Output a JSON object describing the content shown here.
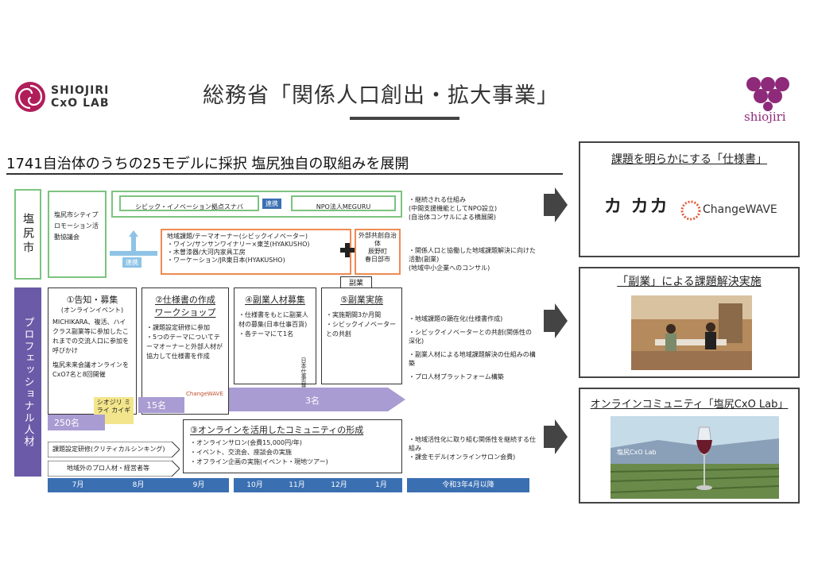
{
  "header": {
    "logo_left_line1": "SHIOJIRI",
    "logo_left_line2": "CxO LAB",
    "title": "総務省「関係人口創出・拡大事業」",
    "logo_right_text": "shiojiri"
  },
  "subtitle": "1741自治体のうちの25モデルに採択 塩尻独自の取組みを展開",
  "rows": {
    "shiojiri_city": "塩尻市",
    "professional_talent": "プロフェッショナル人材"
  },
  "city_side": {
    "promo_council": "塩尻市シティプロモーション活動協議会",
    "renkei_a": "連携",
    "sanaba": "シビック・イノベーション拠点スナバ",
    "renkei_b": "連携",
    "meguru": "NPO法人MEGURU",
    "regional_box": {
      "title": "地域課題/テーマオーナー(シビックイノベーター)",
      "items": [
        "・ワイン/サンサンワイナリー×東芝(HYAKUSHO)",
        "・木曽漆器/大河内家具工房",
        "・ワーケーション/JR東日本(HYAKUSHO)"
      ]
    },
    "external_box": {
      "title": "外部共創自治体",
      "items": [
        "辰野町",
        "春日部市"
      ]
    },
    "fukugyo_tag": "副業"
  },
  "steps": {
    "s1": {
      "title": "①告知・募集",
      "sub": "(オンラインイベント)",
      "text1": "MICHIKARA、複活、ハイクラス副業等に参加したこれまでの交流人口に参加を呼びかけ",
      "text2": "塩尻未来会議オンラインをCxO7名と8回開催",
      "badge": "シオジリ ミライ カイギ"
    },
    "s2": {
      "title": "②仕様書の作成",
      "title2": "ワークショップ",
      "items": [
        "・課題設定研修に参加",
        "・5つのテーマについてテーマオーナーと外部人材が協力して仕様書を作成"
      ],
      "logo": "ChangeWAVE"
    },
    "s3": {
      "title": "④副業人材募集",
      "items": [
        "・仕様書をもとに副業人材の募集(日本仕事百貨)",
        "・各テーマにて1名"
      ],
      "stamp": "日本仕事百貨"
    },
    "s4": {
      "title": "⑤副業実施",
      "items": [
        "・実施期間3か月間",
        "・シビックイノベーターとの共創"
      ]
    },
    "s5": {
      "title": "③オンラインを活用したコミュニティの形成",
      "items": [
        "・オンラインサロン(会費15,000円/年)",
        "・イベント、交流会、座談会の実施",
        "・オフライン企画の実施(イベント・現地ツアー)"
      ]
    }
  },
  "flow_numbers": {
    "n250": "250名",
    "n15": "15名",
    "n3": "3名"
  },
  "training": {
    "t1": "課題設定研修(クリティカルシンキング)",
    "t2": "地域外のプロ人材・経営者等"
  },
  "timeline": {
    "months": [
      "7月",
      "8月",
      "9月",
      "10月",
      "11月",
      "12月",
      "1月"
    ],
    "after": "令和3年4月以降"
  },
  "notes": {
    "g1": [
      "・継続される仕組み",
      "(中間支援機能としてNPO設立)",
      "(自治体コンサルによる横展開)"
    ],
    "g2": [
      "・関係人口と協働した地域課題解決に向けた活動(副業)",
      "(地域中小企業へのコンサル)"
    ],
    "g3": [
      "・地域課題の顕在化(仕様書作成)",
      "・シビックイノベーターとの共創(関係性の深化)",
      "・副業人材による地域課題解決の仕組みの構築",
      "・プロ人材プラットフォーム構築"
    ],
    "g4": [
      "・地域活性化に取り組む関係性を継続する仕組み",
      "・課金モデル(オンラインサロン会費)"
    ]
  },
  "right_panels": {
    "p1": {
      "title": "課題を明らかにする「仕様書」",
      "logo_a": "カ カカ",
      "logo_b": "ChangeWAVE"
    },
    "p2": {
      "title": "「副業」による課題解決実施"
    },
    "p3": {
      "title": "オンラインコミュニティ「塩尻CxO Lab」",
      "photo_caption": "塩尻CxO Lab"
    }
  },
  "colors": {
    "green": "#7cc37f",
    "orange": "#f08a50",
    "purple": "#6a5aa8",
    "lavender": "#a99cd2",
    "timeline_blue": "#3a6fb2",
    "arrow_blue": "#8ec3e6",
    "brand_magenta": "#8e2a7a"
  }
}
